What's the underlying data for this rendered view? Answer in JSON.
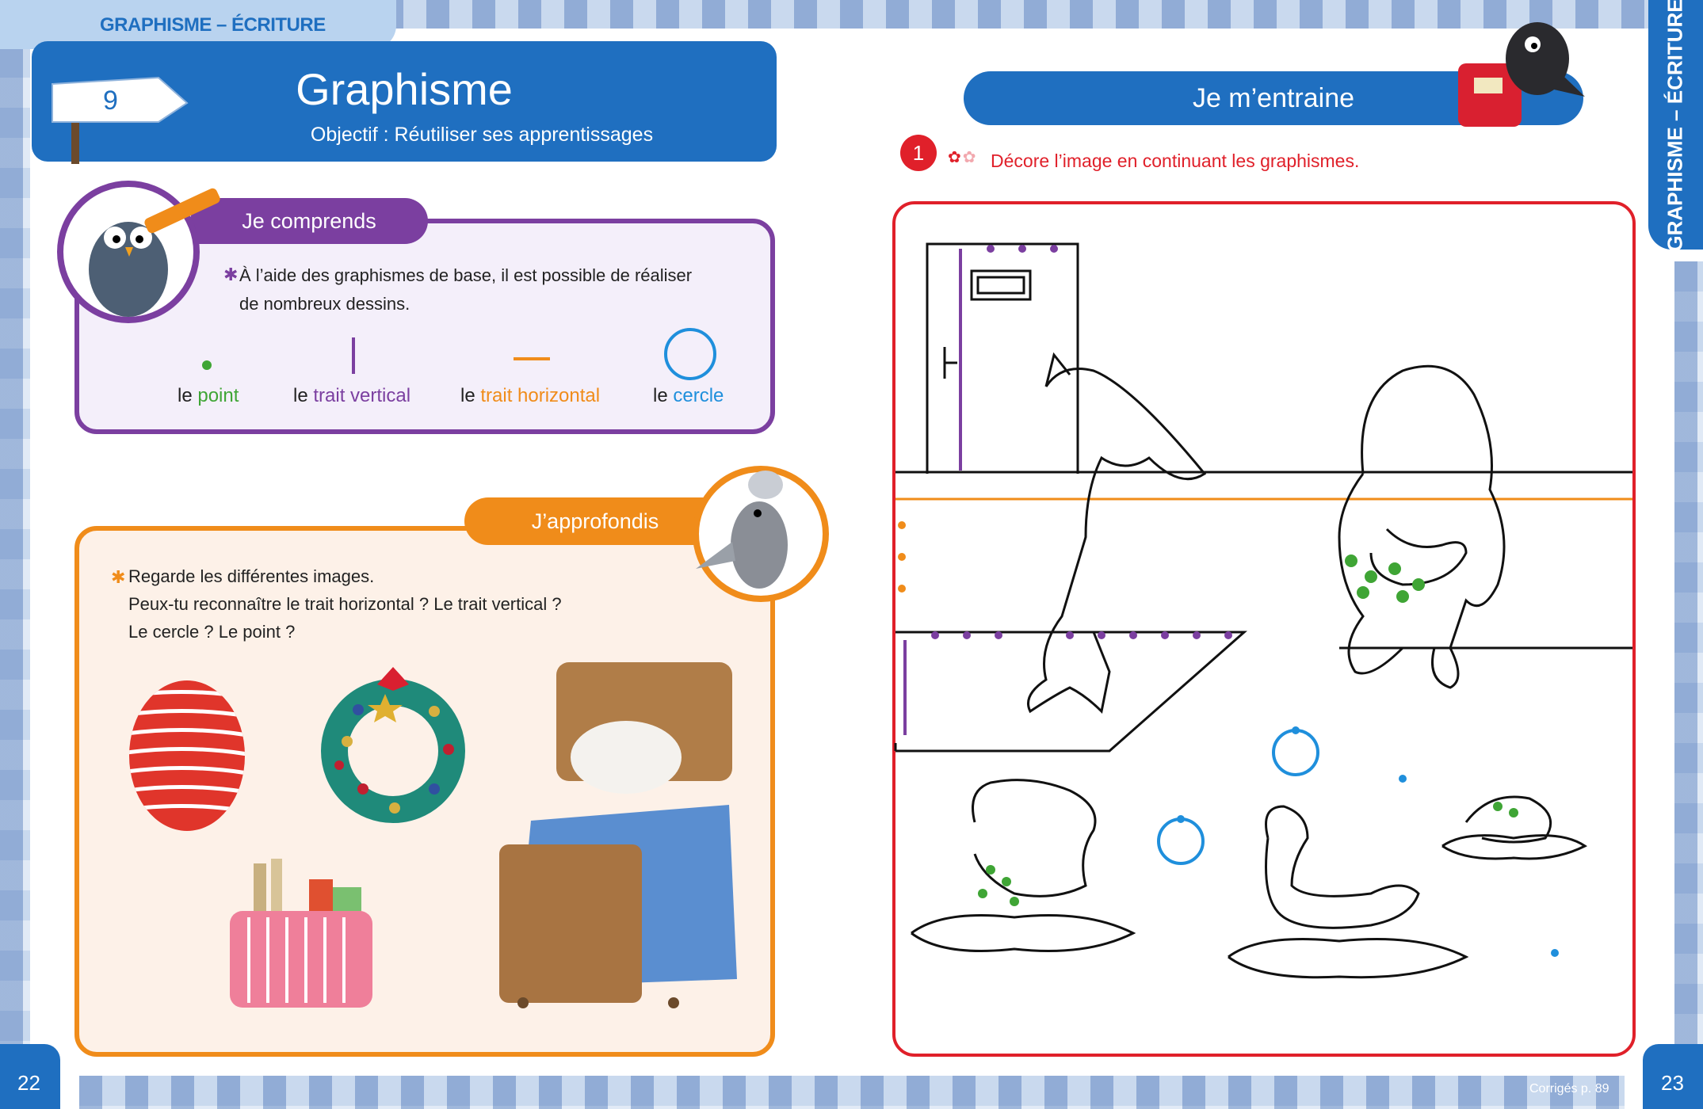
{
  "header": {
    "section_label_left": "GRAPHISME – ÉCRITURE",
    "section_label_right": "GRAPHISME – ÉCRITURE"
  },
  "lesson": {
    "number": "9",
    "title": "Graphisme",
    "objective": "Objectif : Réutiliser ses apprentissages"
  },
  "comprends": {
    "title": "Je comprends",
    "text_line1": "À l’aide des graphismes de base, il est possible de réaliser",
    "text_line2": "de nombreux dessins.",
    "items": [
      {
        "prefix": "le ",
        "term": "point",
        "color": "#3fa535"
      },
      {
        "prefix": "le ",
        "term": "trait vertical",
        "color": "#7b3fa0"
      },
      {
        "prefix": "le ",
        "term": "trait horizontal",
        "color": "#f08c1a"
      },
      {
        "prefix": "le ",
        "term": "cercle",
        "color": "#1f8fdc"
      }
    ]
  },
  "approfondis": {
    "title": "J’approfondis",
    "line1": "Regarde les différentes images.",
    "line2": "Peux-tu reconnaître le trait horizontal ? Le trait vertical ?",
    "line3": "Le cercle ? Le point ?"
  },
  "entraine": {
    "title": "Je m’entraine",
    "exercise_number": "1",
    "instruction": "Décore l’image en continuant les graphismes."
  },
  "footer": {
    "page_left": "22",
    "page_right": "23",
    "corriges": "Corrigés p. 89"
  },
  "colors": {
    "brand_blue": "#1f6fc0",
    "purple": "#7b3fa0",
    "orange": "#f08c1a",
    "red": "#e0202a",
    "green": "#3fa535"
  }
}
